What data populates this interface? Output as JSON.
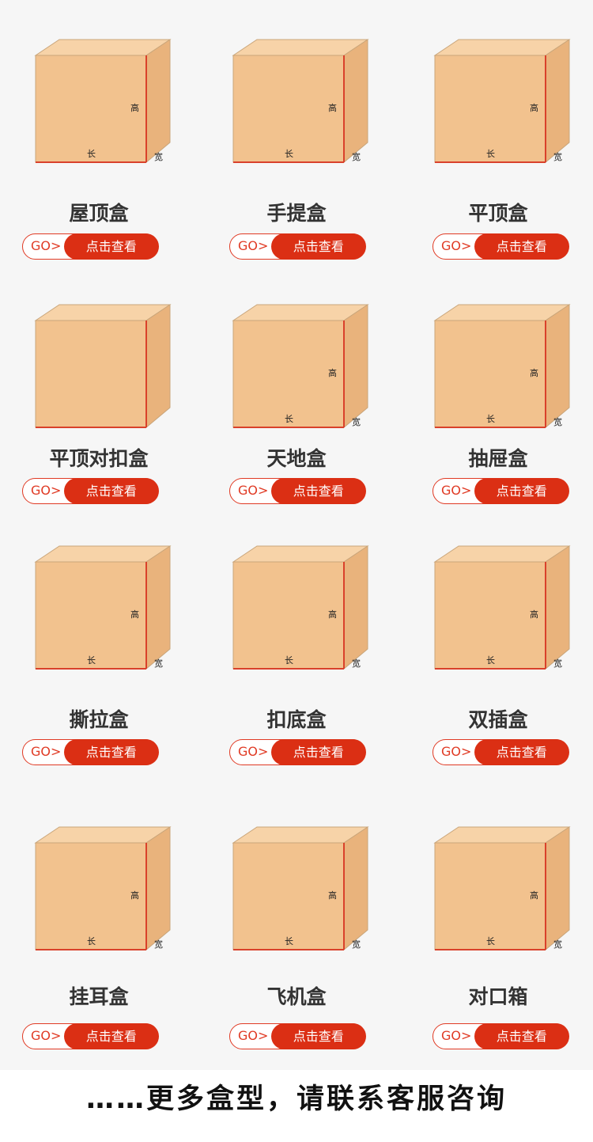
{
  "boxes": [
    {
      "name": "屋顶盒",
      "go": "GO>",
      "view": "点击查看",
      "dims": [
        "高",
        "长",
        "宽"
      ]
    },
    {
      "name": "手提盒",
      "go": "GO>",
      "view": "点击查看",
      "dims": [
        "高",
        "长",
        "宽"
      ]
    },
    {
      "name": "平顶盒",
      "go": "GO>",
      "view": "点击查看",
      "dims": [
        "高",
        "长",
        "宽"
      ]
    },
    {
      "name": "平顶对扣盒",
      "go": "GO>",
      "view": "点击查看",
      "dims": []
    },
    {
      "name": "天地盒",
      "go": "GO>",
      "view": "点击查看",
      "dims": [
        "高",
        "长",
        "宽"
      ]
    },
    {
      "name": "抽屉盒",
      "go": "GO>",
      "view": "点击查看",
      "dims": [
        "高",
        "长",
        "宽"
      ]
    },
    {
      "name": "撕拉盒",
      "go": "GO>",
      "view": "点击查看",
      "dims": [
        "高",
        "长",
        "宽"
      ]
    },
    {
      "name": "扣底盒",
      "go": "GO>",
      "view": "点击查看",
      "dims": [
        "高",
        "长",
        "宽"
      ]
    },
    {
      "name": "双插盒",
      "go": "GO>",
      "view": "点击查看",
      "dims": [
        "高",
        "长",
        "宽"
      ]
    },
    {
      "name": "挂耳盒",
      "go": "GO>",
      "view": "点击查看",
      "dims": [
        "高",
        "长",
        "宽"
      ]
    },
    {
      "name": "飞机盒",
      "go": "GO>",
      "view": "点击查看",
      "dims": [
        "高",
        "长",
        "宽"
      ]
    },
    {
      "name": "对口箱",
      "go": "GO>",
      "view": "点击查看",
      "dims": [
        "高",
        "长",
        "宽"
      ]
    }
  ],
  "footer": "……更多盒型，请联系客服咨询",
  "colors": {
    "accent": "#db2f14",
    "kraft": "#f2c28e",
    "edge": "#d9412b"
  }
}
